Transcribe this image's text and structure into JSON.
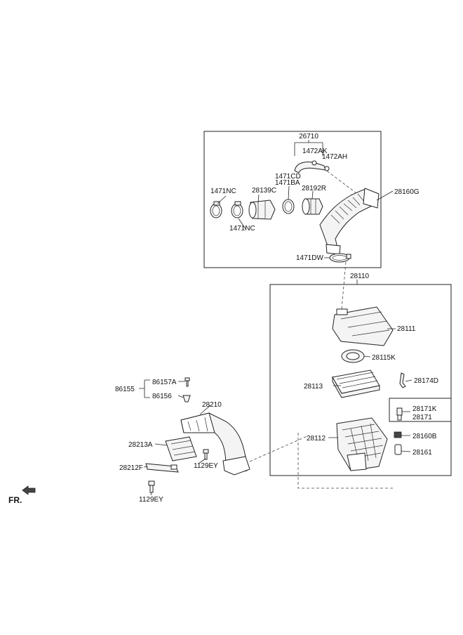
{
  "labels": {
    "p26710": "26710",
    "p1472AK": "1472AK",
    "p1472AH": "1472AH",
    "p1471CD": "1471CD",
    "p1471BA": "1471BA",
    "p1471NC_top": "1471NC",
    "p28139C": "28139C",
    "p28192R": "28192R",
    "p28160G": "28160G",
    "p1471NC_bottom": "1471NC",
    "p1471DW": "1471DW",
    "p28110": "28110",
    "p28111": "28111",
    "p28115K": "28115K",
    "p28113": "28113",
    "p28174D": "28174D",
    "p28171K": "28171K",
    "p28171": "28171",
    "p28160B": "28160B",
    "p28112": "28112",
    "p28161": "28161",
    "p86157A": "86157A",
    "p86155": "86155",
    "p86156": "86156",
    "p28210": "28210",
    "p28213A": "28213A",
    "p1129EY_right": "1129EY",
    "p28212F": "28212F",
    "p1129EY_bottom": "1129EY",
    "fr": "FR."
  }
}
